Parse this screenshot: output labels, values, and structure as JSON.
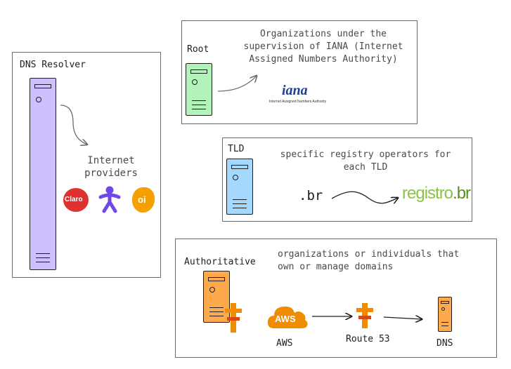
{
  "resolver": {
    "title": "DNS Resolver",
    "providers_label_line1": "Internet",
    "providers_label_line2": "providers",
    "provider_logos": [
      "Claro",
      "oi"
    ]
  },
  "root": {
    "title": "Root",
    "note_line1": "Organizations under the",
    "note_line2": "supervision of IANA (Internet",
    "note_line3": "Assigned Numbers Authority)",
    "iana_logo_text": "iana",
    "iana_caption": "Internet Assigned Numbers Authority"
  },
  "tld": {
    "title": "TLD",
    "note_line1": "specific registry operators for",
    "note_line2": "each TLD",
    "domain": ".br",
    "registry_logo_a": "registro",
    "registry_logo_b": ".br"
  },
  "authoritative": {
    "title": "Authoritative",
    "note_line1": "organizations or individuals that",
    "note_line2": "own or manage domains",
    "aws_logo": "AWS",
    "aws_label": "AWS",
    "route53_label": "Route 53",
    "dns_label": "DNS"
  },
  "colors": {
    "resolver_server": "#d0bfff",
    "root_server": "#b2f2bb",
    "tld_server": "#a5d8ff",
    "auth_server": "#ffa94d",
    "aws_orange": "#f08c00",
    "claro_red": "#e03131",
    "vivo_purple": "#7048e8",
    "oi_orange": "#f59f00",
    "registro_green": "#8bc34a"
  }
}
